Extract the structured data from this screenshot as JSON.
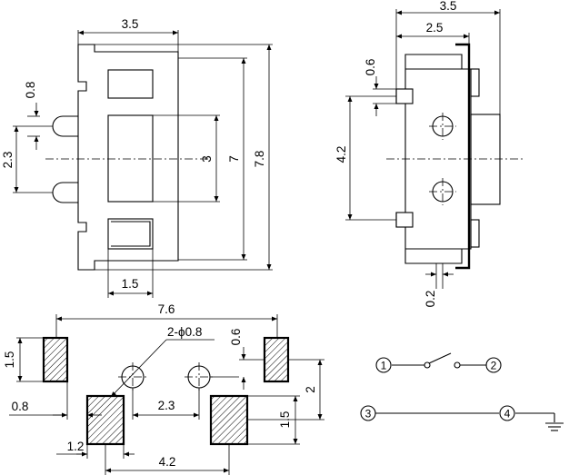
{
  "dimensions": {
    "top_view": {
      "width": "3.5",
      "pin_width": "0.8",
      "pin_pitch": "2.3",
      "window_height": "3",
      "body_height": "7",
      "overall_height": "7.8",
      "actuator_width": "1.5"
    },
    "side_view": {
      "overall_depth": "3.5",
      "body_depth": "2.5",
      "pin_width": "0.6",
      "hole_pitch": "4.2",
      "terminal_thickness": "0.2"
    },
    "footprint": {
      "overall_width": "7.6",
      "hole_note": "2-ϕ0.8",
      "pad_height": "1.5",
      "hole_offset": "0.6",
      "pad_gap": "0.8",
      "hole_pitch": "2.3",
      "row_pitch": "2",
      "pad_height_2": "1.5",
      "pad_width": "1.2",
      "pad_pitch": "4.2"
    }
  },
  "schematic": {
    "pins": [
      "1",
      "2",
      "3",
      "4"
    ]
  }
}
